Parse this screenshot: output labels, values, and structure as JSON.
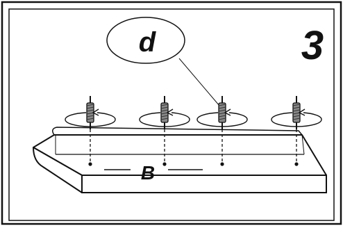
{
  "diagram": {
    "step_number": "3",
    "callout_label": "d",
    "board_label": "B",
    "screw_count": 4
  },
  "colors": {
    "line": "#111111",
    "board_face": "#ffffff",
    "screw_fill": "#888888",
    "screw_hatch": "#333333",
    "background": "#ffffff"
  },
  "icons": {
    "rotation": "clockwise-rotation-arrow-icon",
    "screw": "screw-icon"
  }
}
